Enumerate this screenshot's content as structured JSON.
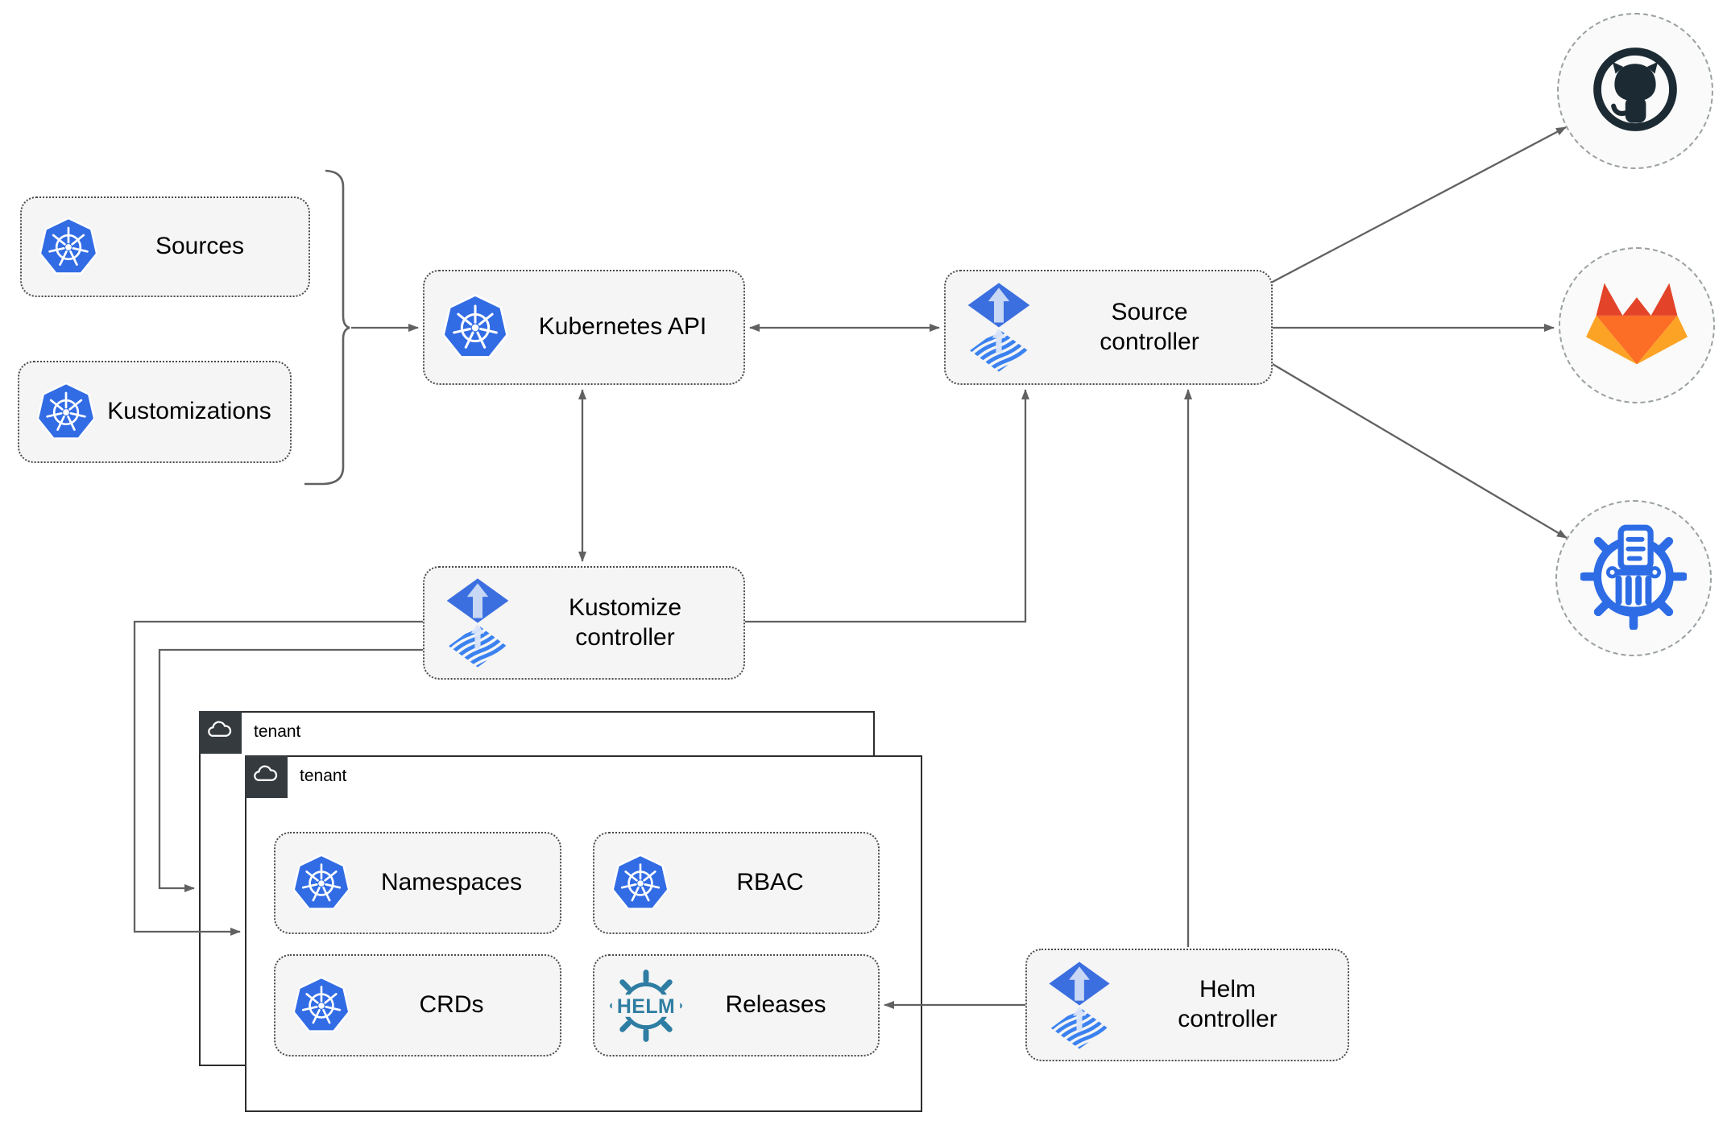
{
  "diagram": {
    "nodes": {
      "sources": {
        "label": "Sources",
        "icon": "kubernetes-icon"
      },
      "kustomizations": {
        "label": "Kustomizations",
        "icon": "kubernetes-icon"
      },
      "kubernetes_api": {
        "label": "Kubernetes API",
        "icon": "kubernetes-icon"
      },
      "source_controller": {
        "label": "Source controller",
        "icon": "flux-icon"
      },
      "kustomize_controller": {
        "label": "Kustomize controller",
        "icon": "flux-icon"
      },
      "helm_controller": {
        "label": "Helm controller",
        "icon": "flux-icon"
      },
      "namespaces": {
        "label": "Namespaces",
        "icon": "kubernetes-icon"
      },
      "rbac": {
        "label": "RBAC",
        "icon": "kubernetes-icon"
      },
      "crds": {
        "label": "CRDs",
        "icon": "kubernetes-icon"
      },
      "releases": {
        "label": "Releases",
        "icon": "helm-icon"
      }
    },
    "tenants": {
      "outer": {
        "label": "tenant",
        "icon": "cloud-icon"
      },
      "inner": {
        "label": "tenant",
        "icon": "cloud-icon"
      }
    },
    "external_systems": [
      {
        "name": "github",
        "icon": "github-icon"
      },
      {
        "name": "gitlab",
        "icon": "gitlab-icon"
      },
      {
        "name": "bucket",
        "icon": "bucket-icon"
      }
    ],
    "edges": [
      {
        "from": "sources+kustomizations-bracket",
        "to": "kubernetes_api",
        "style": "arrow"
      },
      {
        "from": "kubernetes_api",
        "to": "source_controller",
        "style": "double-arrow"
      },
      {
        "from": "kubernetes_api",
        "to": "kustomize_controller",
        "style": "double-arrow"
      },
      {
        "from": "kustomize_controller",
        "to": "source_controller",
        "style": "arrow"
      },
      {
        "from": "helm_controller",
        "to": "source_controller",
        "style": "arrow"
      },
      {
        "from": "source_controller",
        "to": "github",
        "style": "arrow"
      },
      {
        "from": "source_controller",
        "to": "gitlab",
        "style": "arrow"
      },
      {
        "from": "source_controller",
        "to": "bucket",
        "style": "arrow"
      },
      {
        "from": "kustomize_controller",
        "to": "tenant-inner",
        "style": "arrow"
      },
      {
        "from": "kustomize_controller",
        "to": "tenant-outer",
        "style": "arrow"
      },
      {
        "from": "helm_controller",
        "to": "releases",
        "style": "arrow"
      }
    ],
    "colors": {
      "kubernetes_blue": "#326CE5",
      "flux_blue": "#3B6FE0",
      "flux_light": "#C7D7F4",
      "helm_teal": "#2E7DA2",
      "github_dark": "#1B2A33",
      "gitlab_orange": "#FC6D26",
      "gitlab_red": "#E24329",
      "gitlab_amber": "#FCA326",
      "bucket_blue": "#2D6CE5",
      "line_gray": "#616161",
      "node_fill": "#F5F5F5",
      "tenant_badge": "#343A3E"
    }
  }
}
